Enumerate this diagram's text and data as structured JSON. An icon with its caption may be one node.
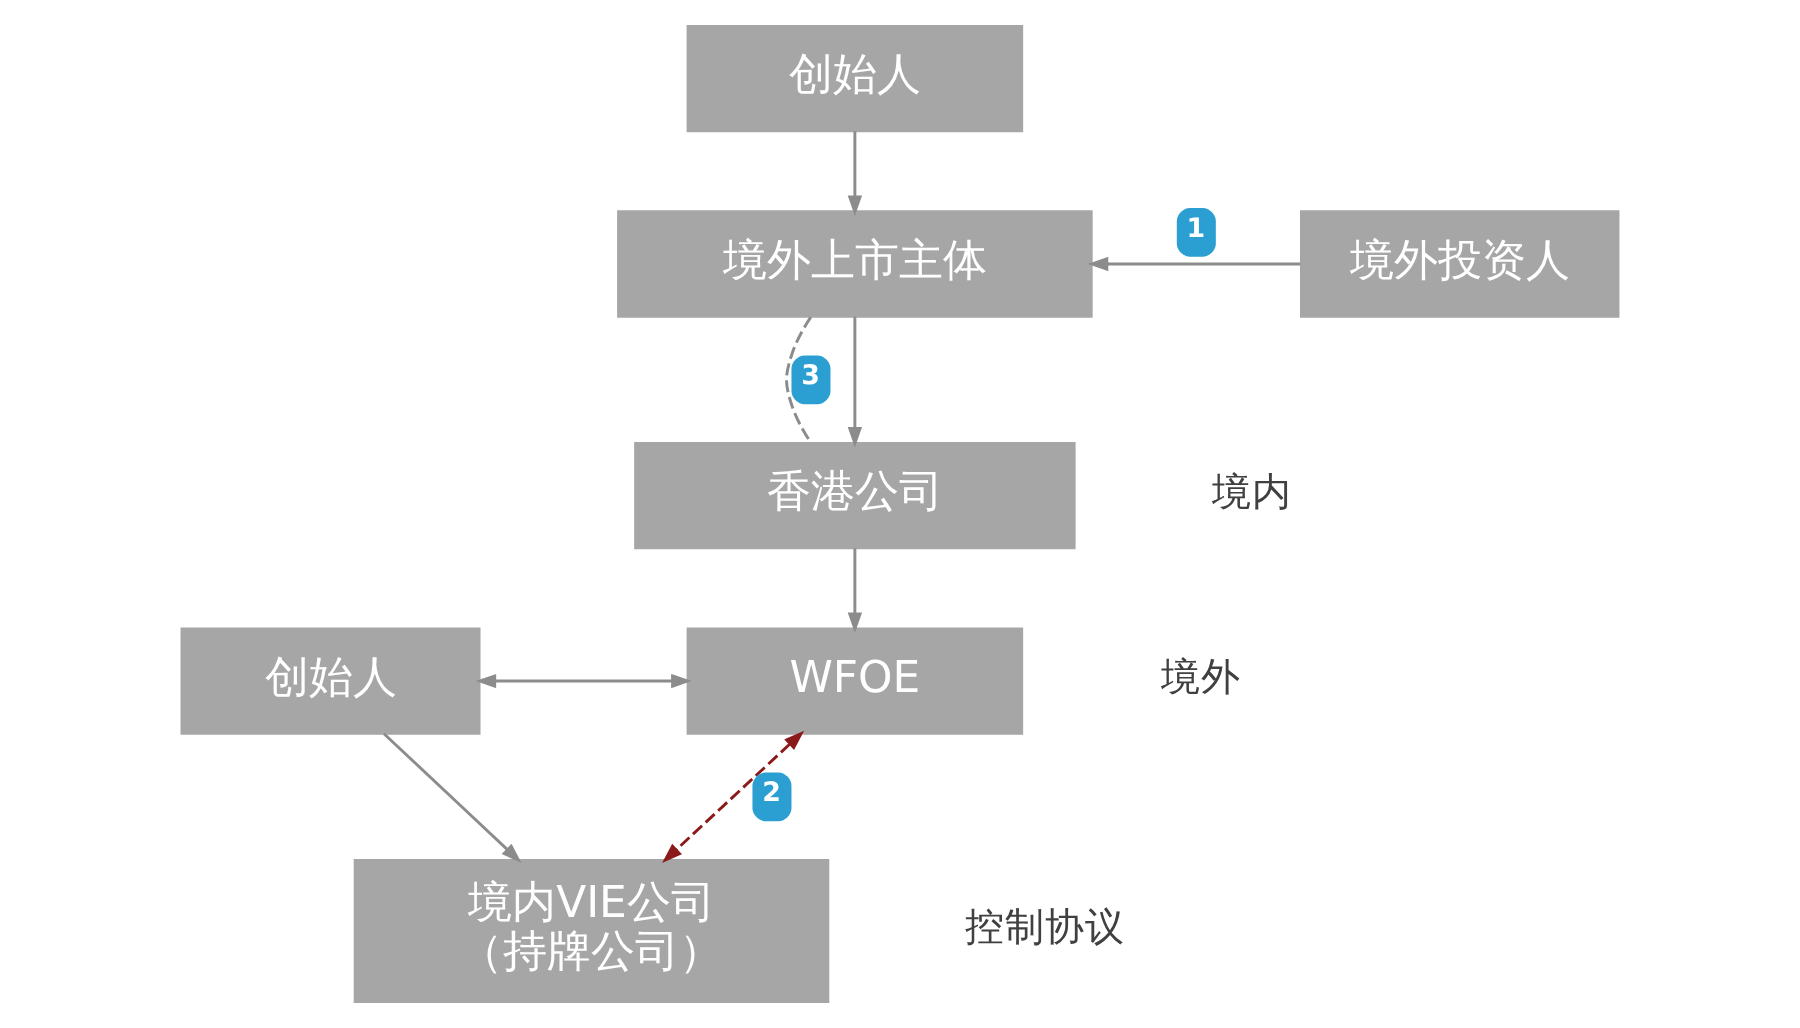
{
  "diagram": {
    "nodes": [
      {
        "text": [
          "创始人"
        ]
      },
      {
        "text": [
          "境外上市主体"
        ]
      },
      {
        "text": [
          "境外投资人"
        ]
      },
      {
        "text": [
          "香港公司"
        ]
      },
      {
        "text": [
          "WFOE"
        ]
      },
      {
        "text": [
          "创始人"
        ]
      },
      {
        "text": [
          "境内VIE公司",
          "（持牌公司）"
        ]
      }
    ],
    "edges": [
      {
        "from": 0,
        "to": 1,
        "arrow": "to"
      },
      {
        "from": 2,
        "to": 1,
        "arrow": "to",
        "label": "1"
      },
      {
        "from": 1,
        "to": 3,
        "arrow": "none",
        "style": "dashed",
        "label": "3"
      },
      {
        "from": 1,
        "to": 3,
        "arrow": "to"
      },
      {
        "from": 3,
        "to": 4,
        "arrow": "to"
      },
      {
        "from": 5,
        "to": 4,
        "arrow": "both"
      },
      {
        "from": 5,
        "to": 6,
        "arrow": "to"
      },
      {
        "from": 4,
        "to": 6,
        "arrow": "both",
        "style": "dashed",
        "color": "#8b1a1a",
        "label": "2"
      }
    ],
    "labels": [
      "境内",
      "境外",
      "控制协议"
    ]
  }
}
